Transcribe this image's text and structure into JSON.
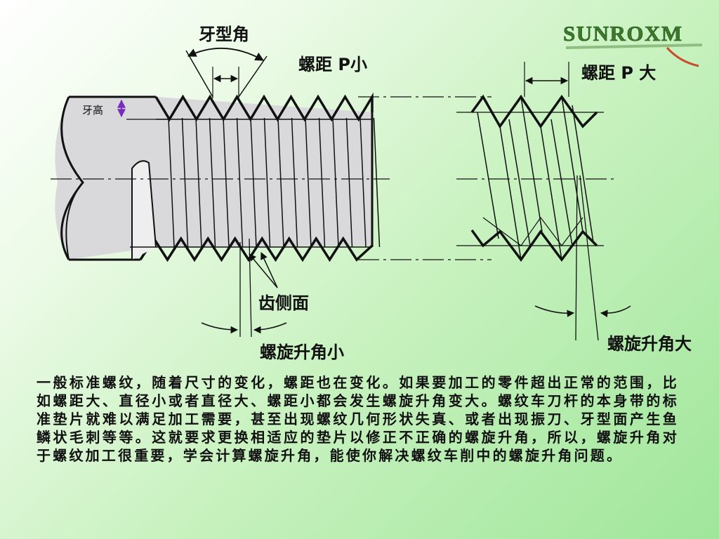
{
  "labels": {
    "thread_angle": "牙型角",
    "pitch_small": "螺距 P小",
    "pitch_large": "螺距 P 大",
    "thread_height": "牙高",
    "flank": "齿侧面",
    "helix_small": "螺旋升角小",
    "helix_large": "螺旋升角大"
  },
  "logo": {
    "text": "SUNROXM"
  },
  "colors": {
    "outline": "#111111",
    "shank_fill": "#d9d9dc",
    "height_arrow": "#7a2bbf",
    "logo": "#3b7a2c"
  },
  "description": "一般标准螺纹，随着尺寸的变化，螺距也在变化。如果要加工的零件超出正常的范围，比如螺距大、直径小或者直径大、螺距小都会发生螺旋升角变大。螺纹车刀杆的本身带的标准垫片就难以满足加工需要，甚至出现螺纹几何形状失真、或者出现振刀、牙型面产生鱼鳞状毛刺等等。这就要求更换相适应的垫片以修正不正确的螺旋升角，所以，螺旋升角对于螺纹加工很重要，学会计算螺旋升角，能使你解决螺纹车削中的螺旋升角问题。"
}
